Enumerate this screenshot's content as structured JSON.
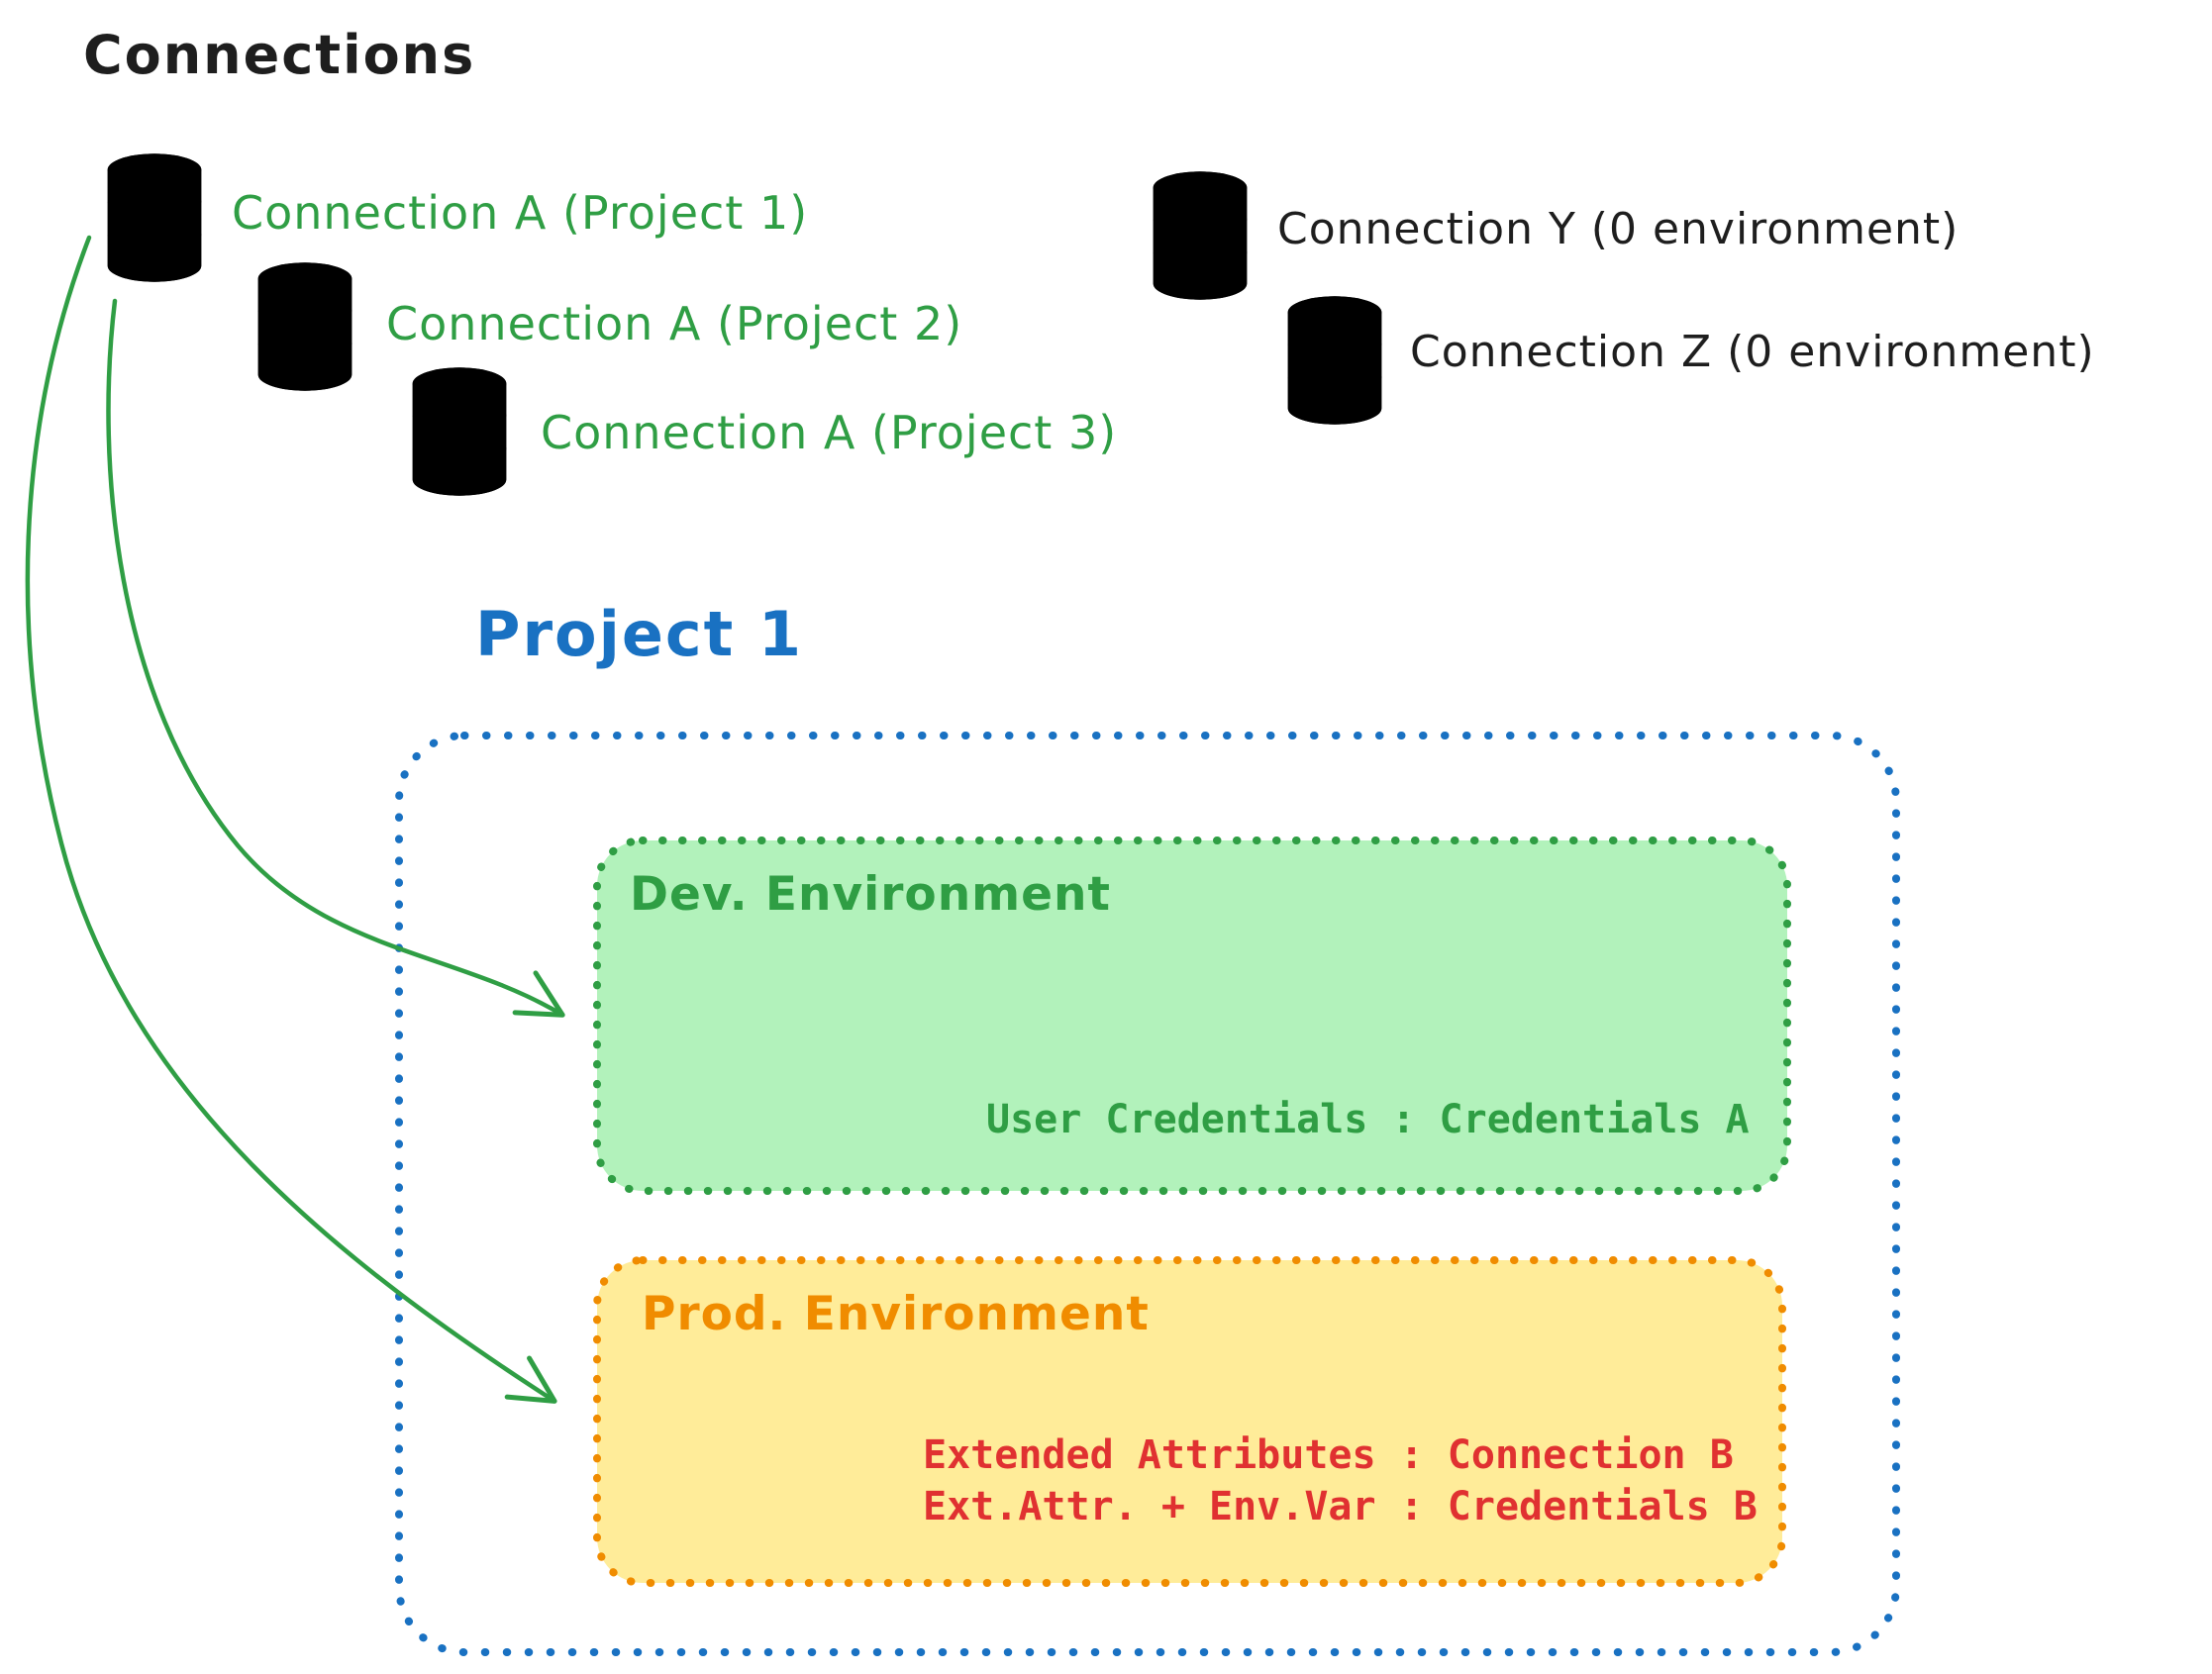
{
  "title": "Connections",
  "connections": {
    "project_a": [
      {
        "label": "Connection A (Project 1)"
      },
      {
        "label": "Connection A (Project 2)"
      },
      {
        "label": "Connection A (Project 3)"
      }
    ],
    "unassigned": [
      {
        "label": "Connection Y (0 environment)"
      },
      {
        "label": "Connection Z (0 environment)"
      }
    ]
  },
  "project": {
    "title": "Project 1",
    "dev_environment": {
      "title": "Dev. Environment",
      "mapping": "User Credentials : Credentials A"
    },
    "prod_environment": {
      "title": "Prod. Environment",
      "mapping_line_1": "Extended Attributes : Connection B",
      "mapping_line_2": "Ext.Attr. + Env.Var : Credentials B"
    }
  },
  "colors": {
    "green_stroke": "#2f9e44",
    "green_fill": "#b2f2bb",
    "blue": "#1971c2",
    "orange_stroke": "#f08c00",
    "orange_fill": "#ffec99",
    "red": "#e03131",
    "black": "#1e1e1e",
    "gray_fill": "#d9dde3"
  }
}
